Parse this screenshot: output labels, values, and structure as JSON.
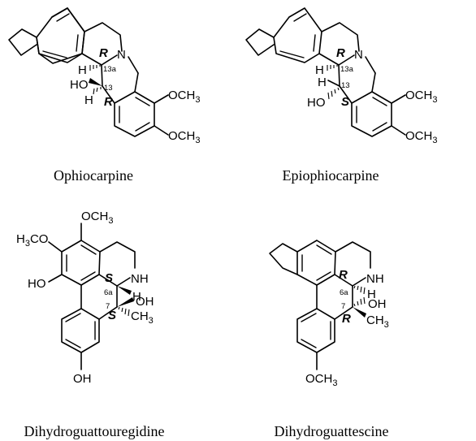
{
  "compounds": [
    {
      "name": "Ophiocarpine",
      "atoms": {
        "n": "N",
        "h13a": "H",
        "ho": "HO",
        "h13": "H",
        "ome1": "OCH",
        "ome2": "OCH",
        "sub3": "3"
      },
      "locants": {
        "a": "13a",
        "b": "13"
      },
      "stereo": {
        "a": "R",
        "b": "R"
      }
    },
    {
      "name": "Epiophiocarpine",
      "atoms": {
        "n": "N",
        "h13a": "H",
        "h13": "H",
        "ho": "HO",
        "ome1": "OCH",
        "ome2": "OCH",
        "sub3": "3"
      },
      "locants": {
        "a": "13a",
        "b": "13"
      },
      "stereo": {
        "a": "R",
        "b": "S"
      }
    },
    {
      "name": "Dihydroguattouregidine",
      "atoms": {
        "ome_top": "OCH",
        "meo": "H",
        "meo_sub": "3",
        "meo_rest": "CO",
        "ho": "HO",
        "nh": "NH",
        "h": "H",
        "oh": "OH",
        "ch3": "CH",
        "oh_bottom": "OH",
        "sub3": "3"
      },
      "locants": {
        "a": "6a",
        "b": "7"
      },
      "stereo": {
        "a": "S",
        "b": "S"
      }
    },
    {
      "name": "Dihydroguattescine",
      "atoms": {
        "nh": "NH",
        "h": "H",
        "oh": "OH",
        "ch3": "CH",
        "ome": "OCH",
        "sub3": "3"
      },
      "locants": {
        "a": "6a",
        "b": "7"
      },
      "stereo": {
        "a": "R",
        "b": "R"
      }
    }
  ]
}
